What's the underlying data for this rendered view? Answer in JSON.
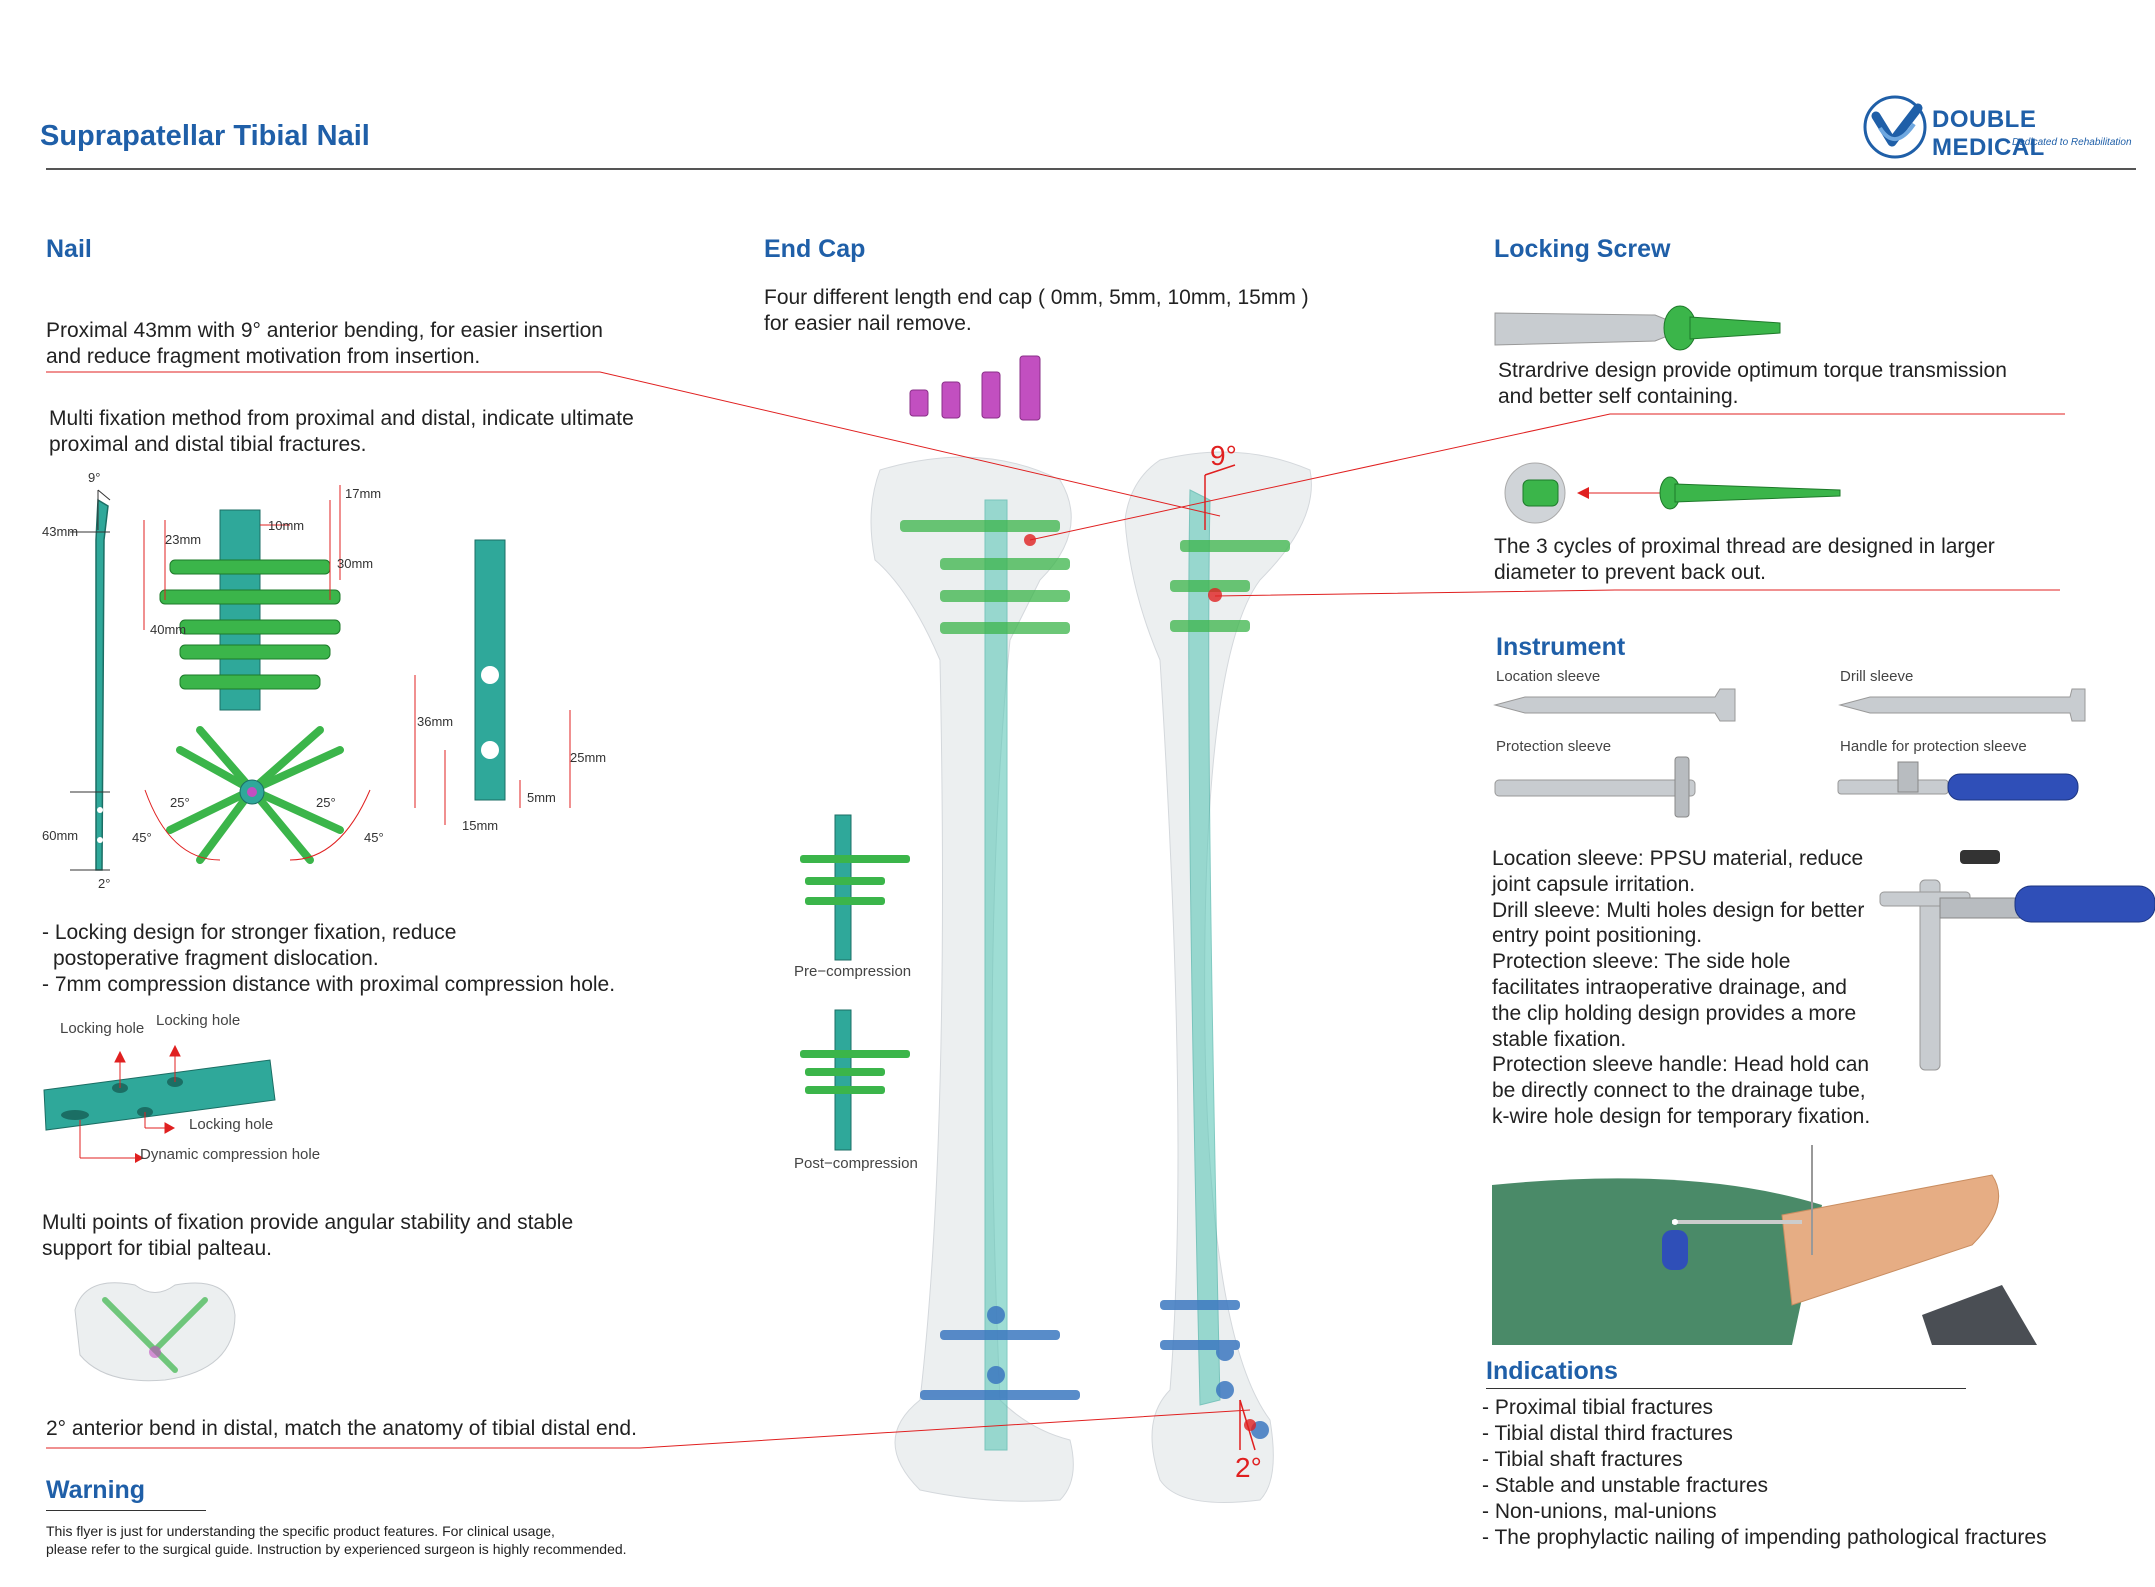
{
  "header": {
    "title": "Suprapatellar Tibial Nail",
    "brand": "DOUBLE MEDICAL",
    "tagline": "Dedicated to Rehabilitation"
  },
  "nail": {
    "heading": "Nail",
    "p1_line1": "Proximal 43mm with 9° anterior bending, for easier insertion",
    "p1_line2": "and reduce fragment motivation from insertion.",
    "p2_line1": "Multi fixation method from proximal and distal, indicate ultimate",
    "p2_line2": "proximal and distal tibial fractures.",
    "dims": {
      "deg9": "9°",
      "mm43": "43mm",
      "mm60": "60mm",
      "deg2": "2°",
      "mm17": "17mm",
      "mm10": "10mm",
      "mm23": "23mm",
      "mm30": "30mm",
      "mm40": "40mm",
      "mm36": "36mm",
      "mm25": "25mm",
      "mm5": "5mm",
      "mm15": "15mm",
      "deg25a": "25°",
      "deg25b": "25°",
      "deg45a": "45°",
      "deg45b": "45°"
    },
    "b1_line1": "- Locking design for stronger fixation, reduce",
    "b1_line2": "postoperative fragment dislocation.",
    "b2": "- 7mm compression distance with proximal compression hole.",
    "hole_labels": {
      "locking1": "Locking hole",
      "locking2": "Locking hole",
      "locking3": "Locking hole",
      "dynamic": "Dynamic compression hole"
    },
    "p3_line1": "Multi points of fixation provide angular stability and stable",
    "p3_line2": "support for tibial palteau.",
    "p4": "2° anterior bend in distal, match the anatomy of tibial distal end."
  },
  "warning": {
    "heading": "Warning",
    "line1": "This flyer is just for understanding the specific product features. For clinical usage,",
    "line2": "please refer to the surgical guide. Instruction by experienced surgeon is highly recommended."
  },
  "end_cap": {
    "heading": "End Cap",
    "line1": "Four different length end cap ( 0mm, 5mm, 10mm, 15mm )",
    "line2": "for easier nail remove.",
    "pre": "Pre−compression",
    "post": "Post−compression",
    "deg9": "9°",
    "deg2": "2°"
  },
  "locking_screw": {
    "heading": "Locking Screw",
    "p1_line1": "Strardrive design provide optimum torque transmission",
    "p1_line2": "and better self containing.",
    "p2_line1": "The 3 cycles of proximal thread are designed in larger",
    "p2_line2": "diameter to prevent back out."
  },
  "instrument": {
    "heading": "Instrument",
    "location_sleeve": "Location sleeve",
    "drill_sleeve": "Drill sleeve",
    "protection_sleeve": "Protection sleeve",
    "handle": "Handle for protection sleeve",
    "desc": [
      "Location sleeve: PPSU material, reduce",
      "joint capsule irritation.",
      "Drill sleeve: Multi holes design for better",
      "entry point positioning.",
      "Protection sleeve: The side hole",
      "facilitates intraoperative drainage, and",
      "the clip holding design provides a more",
      "stable fixation.",
      "Protection sleeve handle: Head hold can",
      "be directly connect to the drainage tube,",
      "k-wire hole design for temporary fixation."
    ]
  },
  "indications": {
    "heading": "Indications",
    "items": [
      "- Proximal tibial fractures",
      "- Tibial distal third fractures",
      "- Tibial shaft fractures",
      "- Stable and unstable fractures",
      "- Non-unions, mal-unions",
      "- The prophylactic nailing of impending pathological fractures"
    ]
  },
  "colors": {
    "brand": "#1f5fa8",
    "nail": "#2fa89a",
    "screw": "#3bb54a",
    "cap": "#c24fc0",
    "red": "#e02020",
    "bone": "#eceff0",
    "blue_screw": "#3c78c0"
  }
}
